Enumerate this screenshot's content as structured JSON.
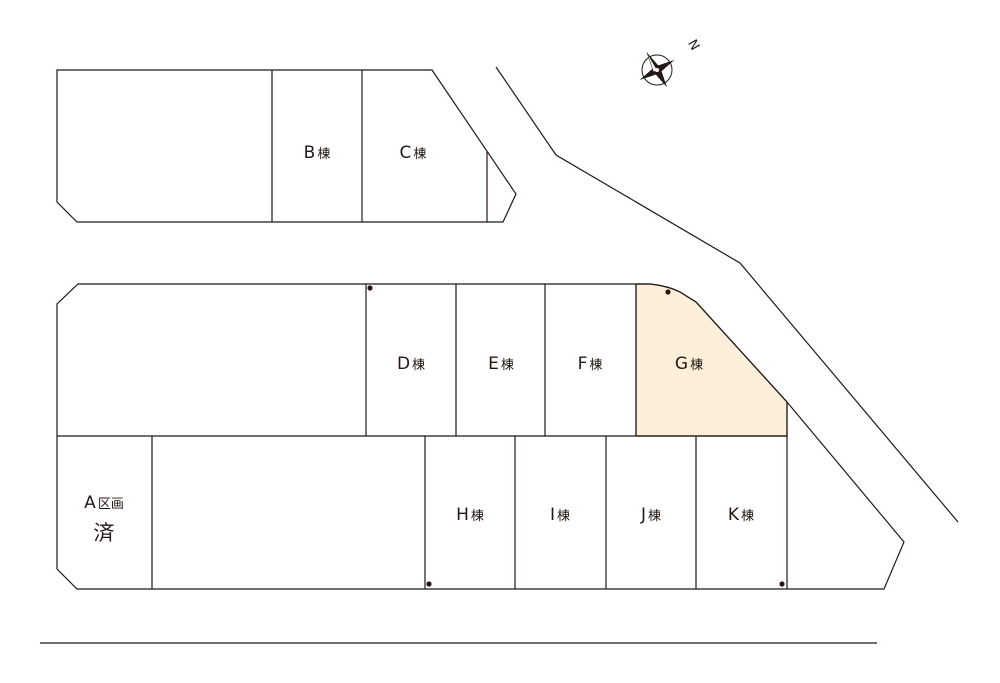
{
  "highlight_color": "#fcefd9",
  "line_color": "#231815",
  "compass": {
    "north_label": "N",
    "icon": "compass-rose-icon"
  },
  "lots": {
    "b": {
      "letter": "B",
      "suffix": "棟"
    },
    "c": {
      "letter": "C",
      "suffix": "棟"
    },
    "d": {
      "letter": "D",
      "suffix": "棟"
    },
    "e": {
      "letter": "E",
      "suffix": "棟"
    },
    "f": {
      "letter": "F",
      "suffix": "棟"
    },
    "g": {
      "letter": "G",
      "suffix": "棟",
      "highlighted": true
    },
    "h": {
      "letter": "H",
      "suffix": "棟"
    },
    "i": {
      "letter": "I",
      "suffix": "棟"
    },
    "j": {
      "letter": "J",
      "suffix": "棟"
    },
    "k": {
      "letter": "K",
      "suffix": "棟"
    },
    "a": {
      "letter": "A",
      "suffix": "区画",
      "status": "済"
    }
  }
}
